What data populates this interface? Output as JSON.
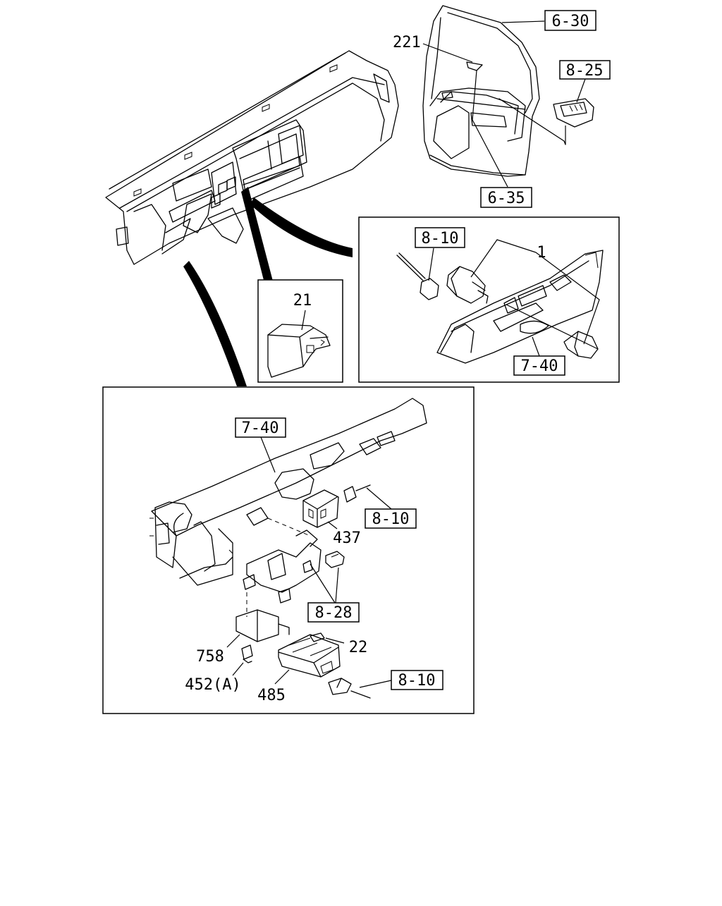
{
  "refs": {
    "r630": "6-30",
    "r825": "8-25",
    "r635": "6-35",
    "r810a": "8-10",
    "r740a": "7-40",
    "r740b": "7-40",
    "r810b": "8-10",
    "r828": "8-28",
    "r810c": "8-10"
  },
  "parts": {
    "p221": "221",
    "p1": "1",
    "p21": "21",
    "p437": "437",
    "p22": "22",
    "p758": "758",
    "p452": "452(A)",
    "p485": "485"
  }
}
